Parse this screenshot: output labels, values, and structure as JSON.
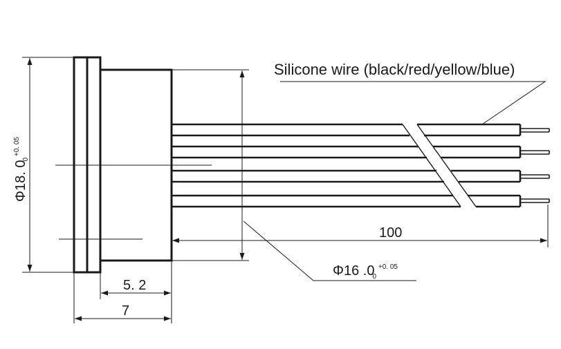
{
  "callout_label": "Silicone wire (black/red/yellow/blue)",
  "dimensions": {
    "cable_length": "100",
    "body_length": "5. 2",
    "total_length": "7",
    "outer_diameter": {
      "prefix": "Φ18. 0",
      "upper_tol": "+0. 05",
      "lower_tol": "0"
    },
    "inner_diameter": {
      "prefix": "Φ16 .0",
      "upper_tol": "+0. 05",
      "lower_tol": "0"
    }
  },
  "wires": {
    "count": 4
  }
}
